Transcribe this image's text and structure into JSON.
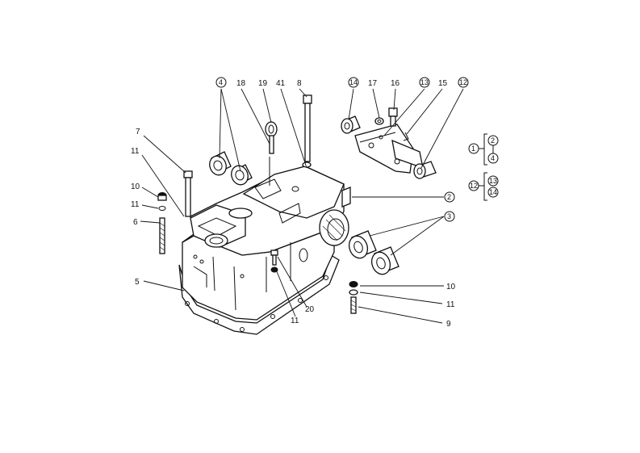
{
  "callouts": {
    "c7": "7",
    "c11a": "11",
    "c10a": "10",
    "c11b": "11",
    "c6": "6",
    "c5": "5",
    "c4": "4",
    "c18": "18",
    "c19": "19",
    "c41": "41",
    "c8": "8",
    "c14": "14",
    "c17": "17",
    "c16": "16",
    "c13": "13",
    "c15": "15",
    "c12": "12",
    "c2": "2",
    "c3": "3",
    "c10b": "10",
    "c11c": "11",
    "c9": "9",
    "c20": "20",
    "c11d": "11"
  },
  "legend": {
    "group1": {
      "head": "1",
      "a": "2",
      "b": "4"
    },
    "group2": {
      "head": "12",
      "a": "13",
      "b": "14"
    }
  }
}
